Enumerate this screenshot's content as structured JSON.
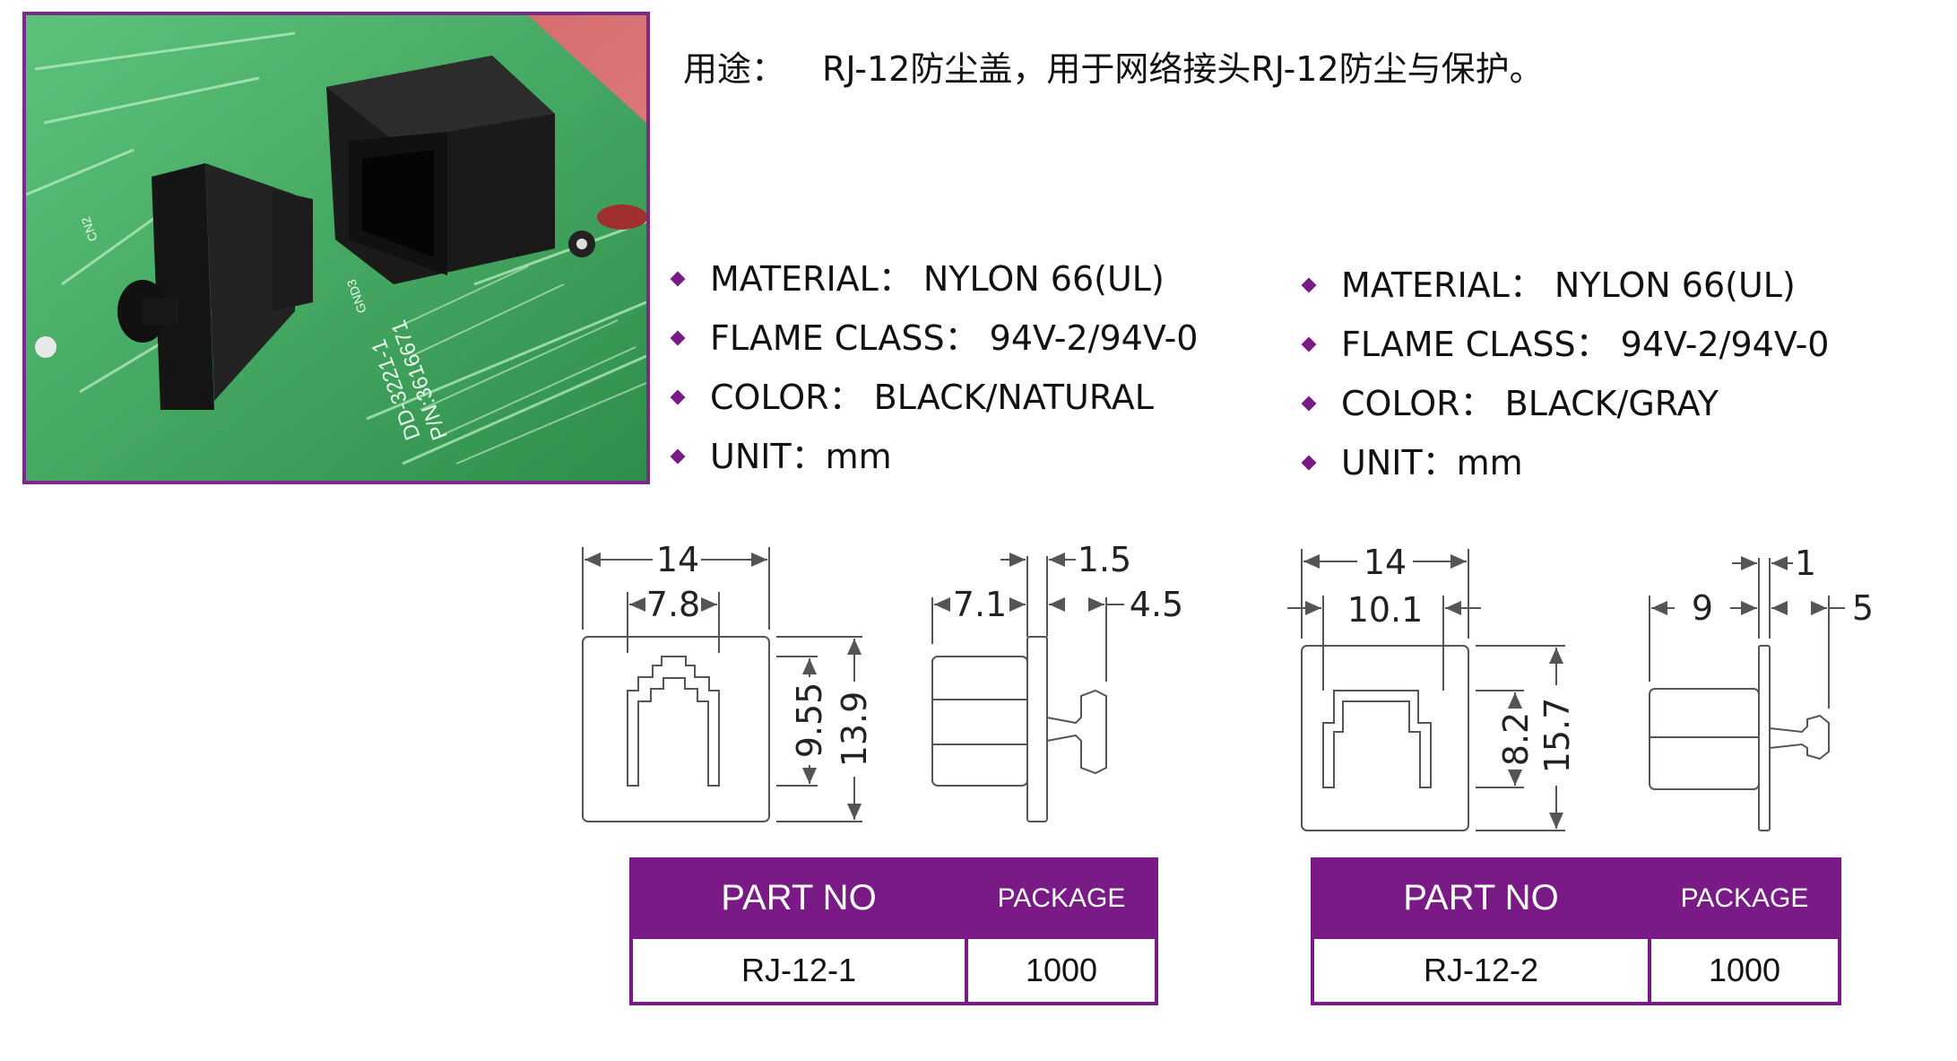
{
  "usage": {
    "label": "用途：",
    "text": "RJ-12防尘盖，用于网络接头RJ-12防尘与保护。"
  },
  "product1": {
    "specs": [
      "MATERIAL： NYLON 66(UL)",
      "FLAME CLASS： 94V-2/94V-0",
      "COLOR： BLACK/NATURAL",
      "UNIT：mm"
    ],
    "dimensions": {
      "width": "14",
      "inner_width": "7.8",
      "inner_height": "9.55",
      "height": "13.9",
      "plug_length": "7.1",
      "flange_thickness": "1.5",
      "knob_length": "4.5"
    },
    "table": {
      "headers": [
        "PART NO",
        "PACKAGE"
      ],
      "part_no": "RJ-12-1",
      "package": "1000"
    }
  },
  "product2": {
    "specs": [
      "MATERIAL： NYLON 66(UL)",
      "FLAME CLASS： 94V-2/94V-0",
      "COLOR： BLACK/GRAY",
      "UNIT：mm"
    ],
    "dimensions": {
      "width": "14",
      "inner_width": "10.1",
      "inner_height": "8.2",
      "height": "15.7",
      "plug_length": "9",
      "flange_thickness": "1",
      "knob_length": "5"
    },
    "table": {
      "headers": [
        "PART NO",
        "PACKAGE"
      ],
      "part_no": "RJ-12-2",
      "package": "1000"
    }
  },
  "photo": {
    "pcb_text": [
      "P/N:3616671",
      "DD-3221-1",
      "GND3",
      "CN2"
    ]
  },
  "colors": {
    "accent": "#7a1a86",
    "pcb": "#3aa05a",
    "drawing_line": "#444444"
  }
}
